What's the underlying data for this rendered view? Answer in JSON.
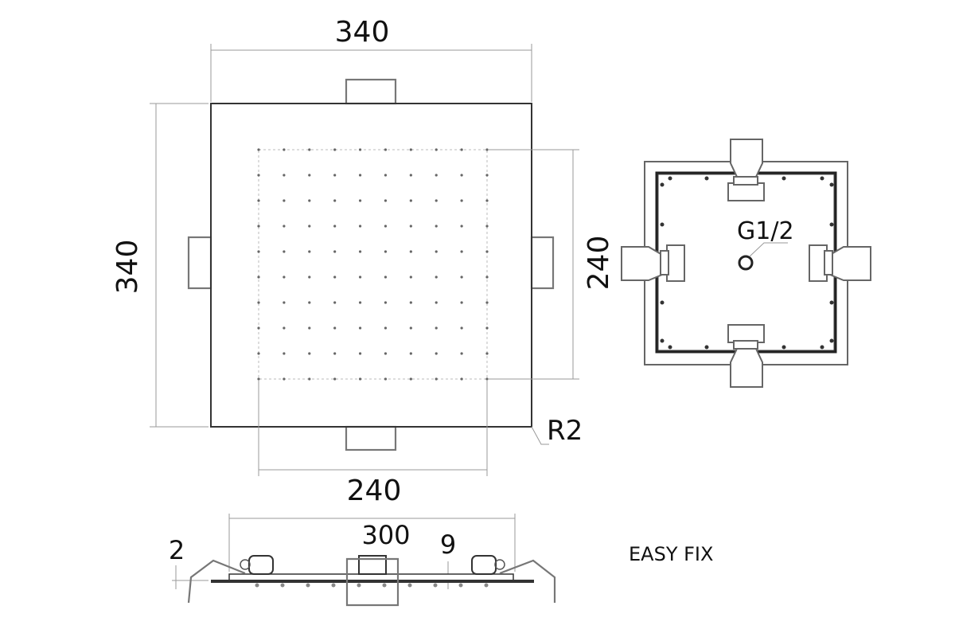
{
  "title": "Square ceiling shower head technical drawing",
  "front_view": {
    "width_label": "340",
    "height_label": "340",
    "nozzle_area_height_label": "240",
    "nozzle_area_width_label": "240",
    "radius_label": "R2",
    "nozzle_grid": {
      "rows": 10,
      "cols": 10
    }
  },
  "rear_view": {
    "connection_label": "G1/2"
  },
  "side_view": {
    "bracket_span_label": "300",
    "depth_label": "9",
    "plate_thickness_label": "2"
  },
  "mount_type_label": "EASY FIX"
}
